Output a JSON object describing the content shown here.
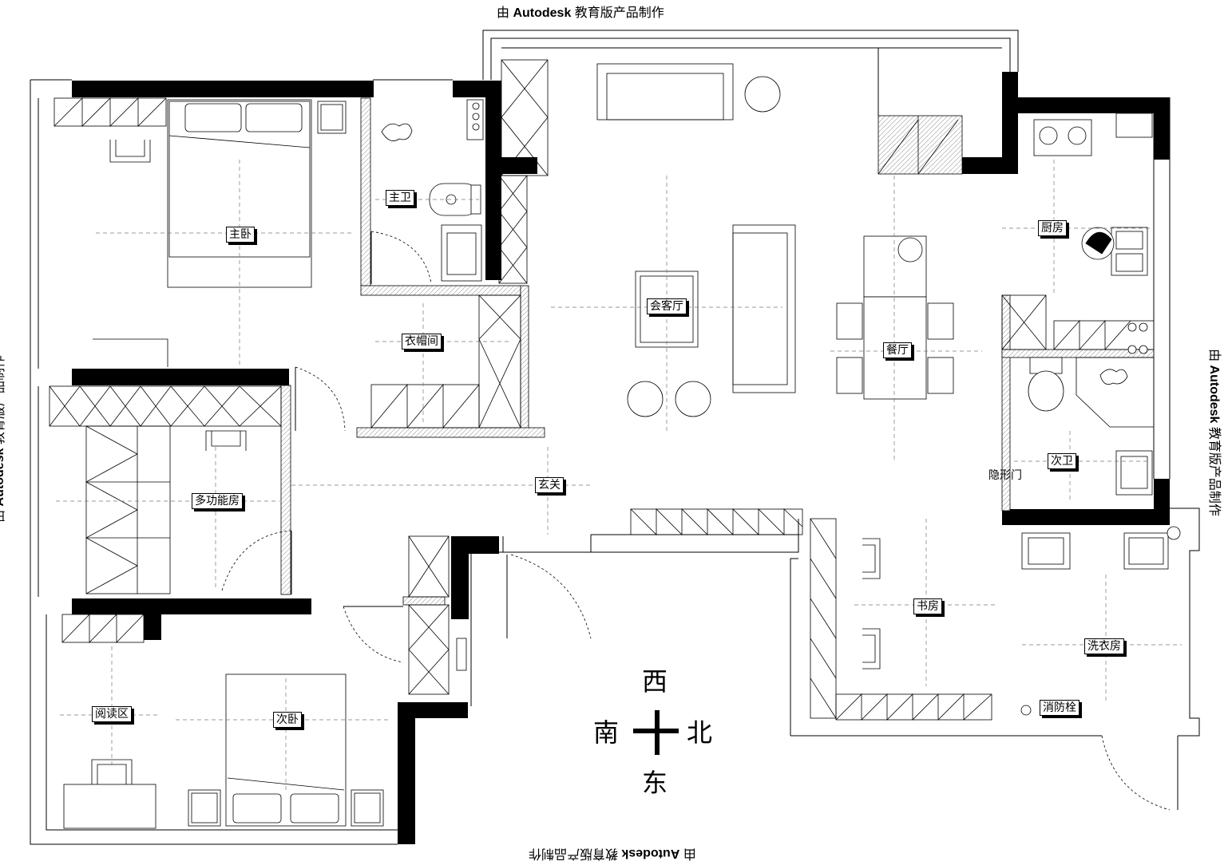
{
  "watermark": {
    "prefix": "由 ",
    "brand": "Autodesk",
    "suffix": " 教育版产品制作"
  },
  "rooms": {
    "master_bedroom": "主卧",
    "master_bath": "主卫",
    "cloakroom": "衣帽间",
    "living_room": "会客厅",
    "dining_room": "餐厅",
    "kitchen": "厨房",
    "second_bath": "次卫",
    "hidden_door": "隐形门",
    "multi_room": "多功能房",
    "entrance": "玄关",
    "study": "书房",
    "laundry": "洗衣房",
    "fire_hydrant": "消防栓",
    "reading_area": "阅读区",
    "second_bedroom": "次卧"
  },
  "compass": {
    "west": "西",
    "south": "南",
    "north": "北",
    "east": "东"
  }
}
